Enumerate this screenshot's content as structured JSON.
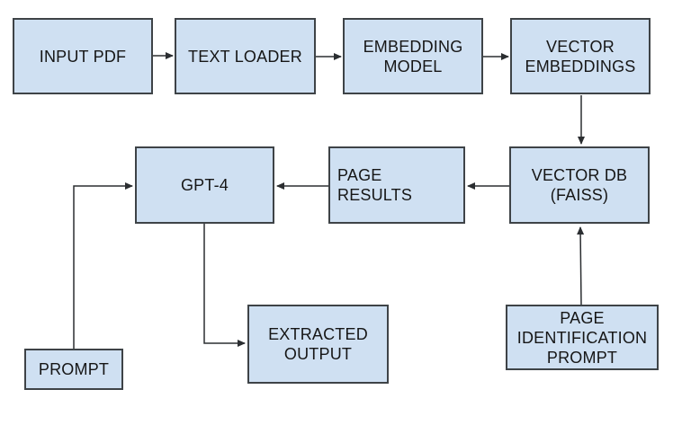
{
  "diagram": {
    "colors": {
      "background": "#ffffff",
      "node_fill": "#cfe0f2",
      "node_border": "#3e4347",
      "line": "#2b2e31",
      "text": "#161616"
    },
    "nodes": [
      {
        "id": "input-pdf",
        "label": "INPUT PDF"
      },
      {
        "id": "text-loader",
        "label": "TEXT LOADER"
      },
      {
        "id": "embedding-model",
        "label": "EMBEDDING\nMODEL"
      },
      {
        "id": "vector-embeddings",
        "label": "VECTOR\nEMBEDDINGS"
      },
      {
        "id": "gpt-4",
        "label": "GPT-4"
      },
      {
        "id": "page-results",
        "label": "PAGE\nRESULTS"
      },
      {
        "id": "vector-db",
        "label": "VECTOR DB\n(FAISS)"
      },
      {
        "id": "prompt",
        "label": "PROMPT"
      },
      {
        "id": "extracted-output",
        "label": "EXTRACTED\nOUTPUT"
      },
      {
        "id": "page-identification-prompt",
        "label": "PAGE\nIDENTIFICATION\nPROMPT"
      }
    ],
    "edges": [
      {
        "from": "input-pdf",
        "to": "text-loader"
      },
      {
        "from": "text-loader",
        "to": "embedding-model"
      },
      {
        "from": "embedding-model",
        "to": "vector-embeddings"
      },
      {
        "from": "vector-embeddings",
        "to": "vector-db"
      },
      {
        "from": "vector-db",
        "to": "page-results"
      },
      {
        "from": "page-results",
        "to": "gpt-4"
      },
      {
        "from": "prompt",
        "to": "gpt-4"
      },
      {
        "from": "gpt-4",
        "to": "extracted-output"
      },
      {
        "from": "page-identification-prompt",
        "to": "vector-db"
      }
    ]
  }
}
